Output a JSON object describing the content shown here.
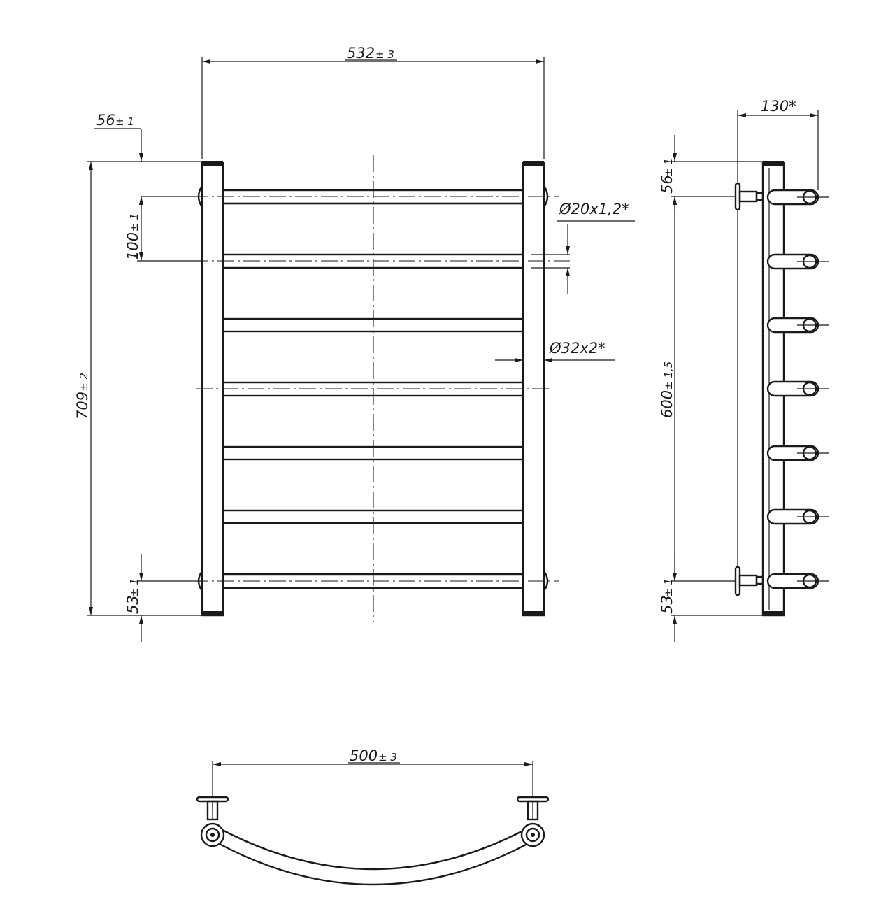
{
  "front_view": {
    "dim_width": {
      "value": "532",
      "tol": "± 3"
    },
    "dim_top_offset": {
      "value": "56",
      "tol": "± 1"
    },
    "dim_pitch": {
      "value": "100",
      "tol": "± 1"
    },
    "dim_height": {
      "value": "709",
      "tol": "± 2"
    },
    "dim_bottom_offset": {
      "value": "53",
      "tol": "± 1"
    },
    "callout_crossbar": "Ø20x1,2*",
    "callout_upright": "Ø32x2*"
  },
  "side_view": {
    "dim_depth": "130*",
    "dim_top_offset": {
      "value": "56",
      "tol": "± 1"
    },
    "dim_center": {
      "value": "600",
      "tol": "± 1,5"
    },
    "dim_bottom_offset": {
      "value": "53",
      "tol": "± 1"
    }
  },
  "top_view": {
    "dim_span": {
      "value": "500",
      "tol": "± 3"
    }
  }
}
